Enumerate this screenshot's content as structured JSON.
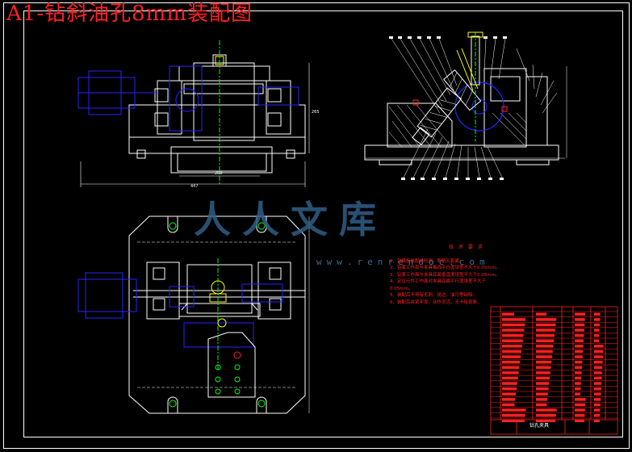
{
  "title": "A1-钻斜油孔8mm装配图",
  "watermark": {
    "logo_text": "人人文库",
    "url_text": "www.renrendoc.com"
  },
  "technical_notes": {
    "heading": "技 术 要 求",
    "lines": [
      "1、钻模板装配前检测，两销孔距离。",
      "2、钻套工作部与夹具轴线平行度误差不大于0.05mm。",
      "3、钻套工作面与夹具底面垂直度误差不大于0.05mm。",
      "4、定位元件工作面对夹具底面平行度误差不大于",
      "   0.05mm。",
      "5、装配后不得有毛刺、锐边、油污等缺陷。",
      "6、装配后夹紧牢靠，动作灵活，无卡阻现象。"
    ]
  },
  "title_block": {
    "name": "钻孔夹具"
  },
  "dimensions": {
    "front_width": "447",
    "front_inner": "280",
    "front_height": "265"
  },
  "colors": {
    "outline": "#ffffff",
    "component": "#2424ff",
    "annotation": "#ff2020",
    "bolt": "#ffff00",
    "centerline": "#00ff00"
  }
}
